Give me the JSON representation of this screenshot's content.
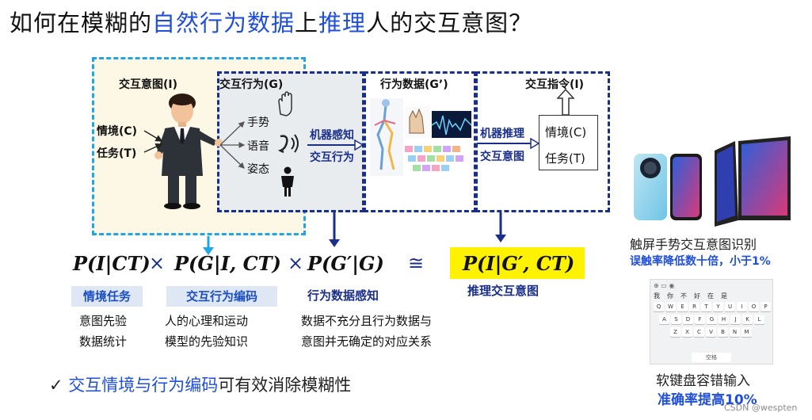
{
  "title": {
    "part1": "如何在模糊的",
    "part2": "自然行为数据",
    "part3": "上",
    "part4": "推理",
    "part5": "人的交互意图？"
  },
  "diagram": {
    "intent_label": "交互意图(I)",
    "context_label": "情境(C)",
    "task_label": "任务(T)",
    "action_label": "交互行为(G)",
    "gesture": "手势",
    "voice": "语音",
    "posture": "姿态",
    "perception_top": "机器感知",
    "perception_bottom": "交互行为",
    "data_label": "行为数据(G’)",
    "reasoning_top": "机器推理",
    "reasoning_bottom": "交互意图",
    "cmd_label": "交互指令(I)",
    "cmd_context": "情境(C)",
    "cmd_task": "任务(T)"
  },
  "formula": {
    "term1": "P(I|CT)",
    "times1": "×",
    "term2": "P(G|I, CT)",
    "times2": "×",
    "term3": "P(G′|G)",
    "approx": "≅",
    "term4": "P(I|G′, CT)"
  },
  "annotations": {
    "tag1": "情境任务",
    "desc1_line1": "意图先验",
    "desc1_line2": "数据统计",
    "tag2": "交互行为编码",
    "desc2_line1": "人的心理和运动",
    "desc2_line2": "模型的先验知识",
    "tag3": "行为数据感知",
    "desc3_line1": "数据不充分且行为数据与",
    "desc3_line2": "意图并无确定的对应关系",
    "tag4": "推理交互意图"
  },
  "conclusion": {
    "check": "✓",
    "part1": "交互情境与行为编码",
    "part2": "可有效消除模糊性"
  },
  "right_panel": {
    "phone_caption": "触屏手势交互意图识别",
    "phone_sub": "误触率降低数十倍，小于1%",
    "kb_caption": "软键盘容错输入",
    "kb_sub": "准确率提高10%",
    "kb_row0": [
      "我",
      "你",
      "不",
      "好",
      "在",
      "是"
    ],
    "kb_row1": [
      "Q",
      "W",
      "E",
      "R",
      "T",
      "Y",
      "U",
      "I",
      "O",
      "P"
    ],
    "kb_row2": [
      "A",
      "S",
      "D",
      "F",
      "G",
      "H",
      "J",
      "K",
      "L"
    ],
    "kb_row3": [
      "Z",
      "X",
      "C",
      "V",
      "B",
      "N",
      "M"
    ],
    "kb_space": "空格"
  },
  "watermark": "CSDN @wespten",
  "colors": {
    "accent_blue": "#1f4fd8",
    "dark_navy": "#1a2f8a",
    "light_blue_dash": "#22a5e0",
    "highlight_yellow": "#fff200"
  }
}
